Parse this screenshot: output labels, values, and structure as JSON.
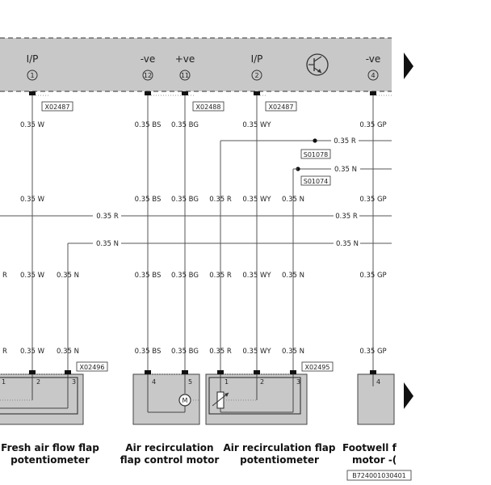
{
  "header": {
    "signals": [
      {
        "label": "I/P",
        "pin": "1"
      },
      {
        "label": "-ve",
        "pin": "12"
      },
      {
        "label": "+ve",
        "pin": "11"
      },
      {
        "label": "I/P",
        "pin": "2"
      },
      {
        "label": "-ve",
        "pin": "4"
      }
    ],
    "connectors": [
      "X02487",
      "X02488",
      "X02487"
    ]
  },
  "wires": {
    "w": "0.35 W",
    "bs": "0.35 BS",
    "bg": "0.35 BG",
    "wy": "0.35 WY",
    "r": "0.35 R",
    "n": "0.35 N",
    "gp": "0.35 GP",
    "r_short": "R"
  },
  "splices": [
    "S01078",
    "S01074"
  ],
  "lower_connectors": [
    "X02496",
    "X02495"
  ],
  "component_pins": [
    "1",
    "2",
    "3",
    "4",
    "5",
    "1",
    "2",
    "3",
    "4"
  ],
  "motor_symbol": "M",
  "components": [
    {
      "line1": "Fresh air flow flap",
      "line2": "potentiometer"
    },
    {
      "line1": "Air recirculation",
      "line2": "flap control motor"
    },
    {
      "line1": "Air recirculation flap",
      "line2": "potentiometer"
    },
    {
      "line1": "Footwell f",
      "line2": "motor -("
    }
  ],
  "figure_ref": "B724001030401"
}
